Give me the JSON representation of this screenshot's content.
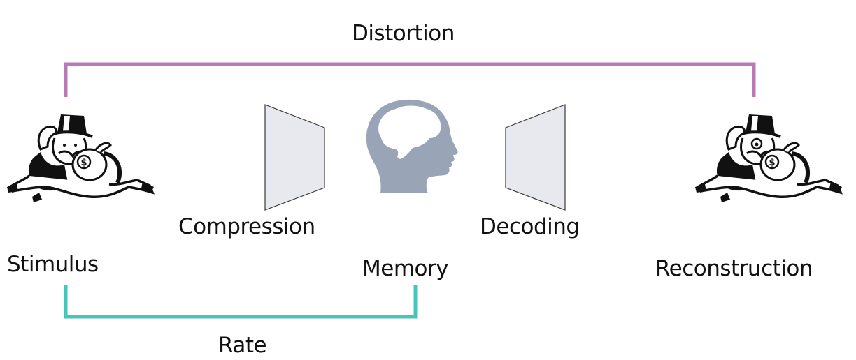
{
  "labels": {
    "distortion": "Distortion",
    "stimulus": "Stimulus",
    "compression": "Compression",
    "memory": "Memory",
    "decoding": "Decoding",
    "reconstruction": "Reconstruction",
    "rate": "Rate"
  },
  "colors": {
    "distortion_bracket": "#b57cb7",
    "rate_bracket": "#4bc3bd",
    "funnel_fill": "#e8e9ee",
    "funnel_stroke": "#3a3a3a",
    "head": "#9aa4b7",
    "text": "#111111"
  },
  "icons": {
    "stimulus": "running-tycoon-with-money-bag",
    "reconstruction": "running-tycoon-with-money-bag",
    "encoder": "trapezoid-encoder",
    "memory": "head-with-brain",
    "decoder": "trapezoid-decoder"
  }
}
